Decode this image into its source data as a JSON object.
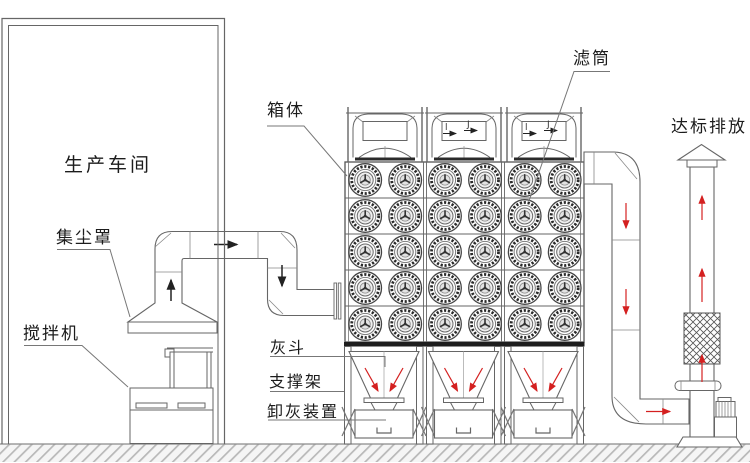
{
  "labels": {
    "workshop": "生产车间",
    "dust_hood": "集尘罩",
    "mixer": "搅拌机",
    "box_body": "箱体",
    "filter_cartridge": "滤筒",
    "compliant_discharge": "达标排放",
    "ash_hopper": "灰斗",
    "support_frame": "支撑架",
    "ash_unloader": "卸灰装置"
  },
  "flow_marks": {
    "mark_i": "l",
    "mark_j": "J"
  },
  "filter_grid": {
    "modules": 3,
    "rows": 5,
    "cartridges_per_row": 2,
    "total_cartridges": 30
  },
  "colors": {
    "line": "#666666",
    "dark": "#1e1e1e",
    "arrow_black": "#222222",
    "arrow_red": "#d42020",
    "ground_hatch": "#b8b8b8"
  }
}
